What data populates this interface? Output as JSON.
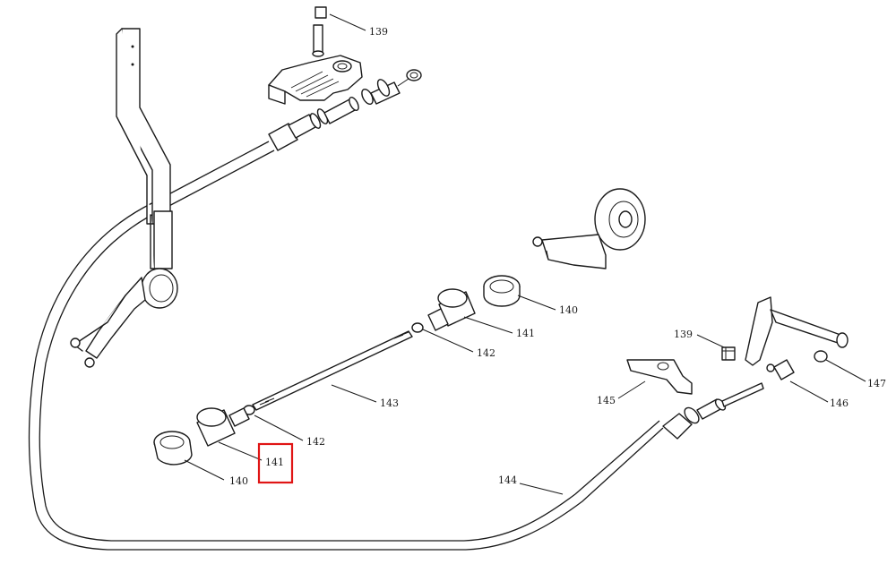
{
  "labels": {
    "p139_top": "139",
    "p139_right": "139",
    "p140_right": "140",
    "p140_left": "140",
    "p141_right": "141",
    "p141_left": "141",
    "p142_right": "142",
    "p142_left": "142",
    "p143": "143",
    "p144": "144",
    "p145": "145",
    "p146": "146",
    "p147": "147"
  },
  "highlight": {
    "label": "141",
    "color": "#e01515"
  },
  "colors": {
    "line": "#1a1a1a",
    "background": "#ffffff"
  }
}
